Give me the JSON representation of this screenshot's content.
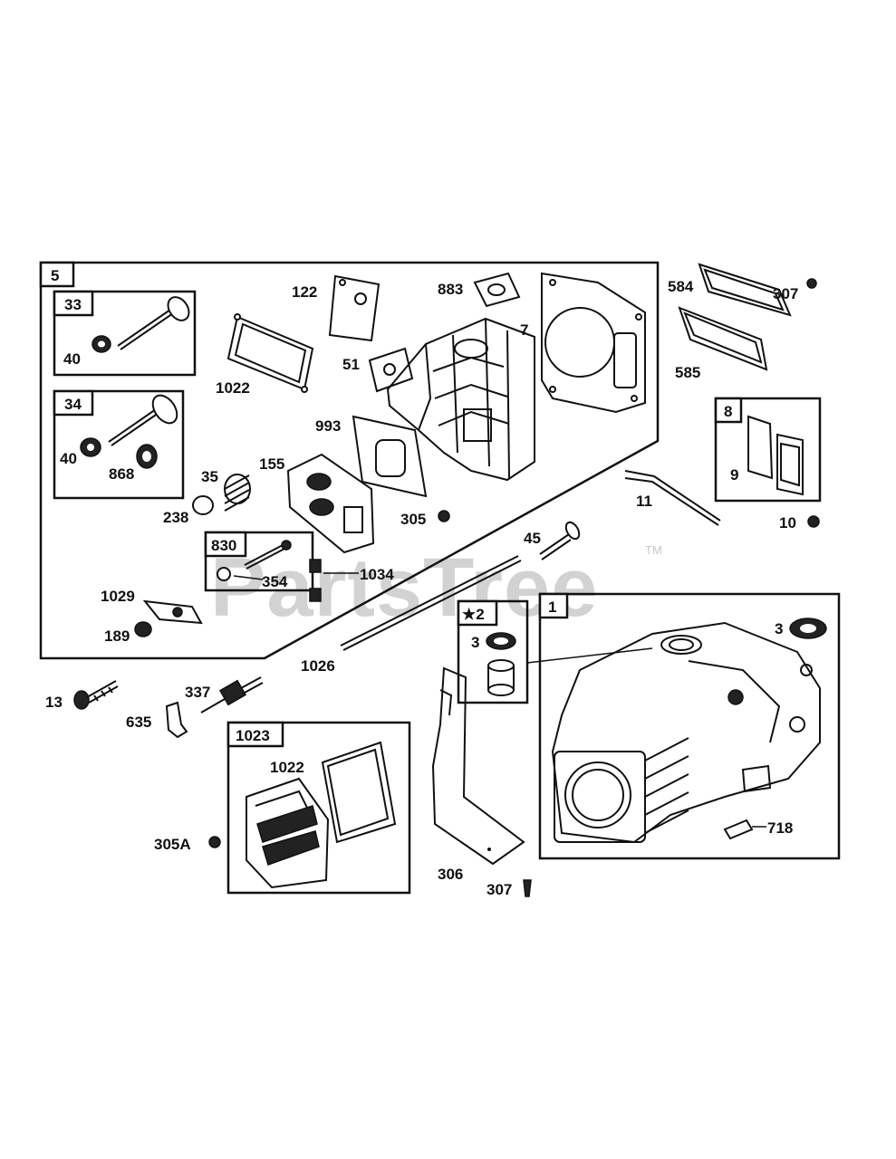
{
  "watermark": {
    "text": "PartsTree",
    "trademark": "TM"
  },
  "group_tags": {
    "g5": "5",
    "g33": "33",
    "g34": "34",
    "g830": "830",
    "g2": "★2",
    "g1": "1",
    "g8": "8",
    "g1023": "1023"
  },
  "labels": {
    "l122": "122",
    "l883": "883",
    "l7": "7",
    "l584": "584",
    "l307a": "307",
    "l585": "585",
    "l40a": "40",
    "l1022a": "1022",
    "l51": "51",
    "l993": "993",
    "l40b": "40",
    "l868": "868",
    "l35": "35",
    "l155": "155",
    "l238": "238",
    "l305": "305",
    "l9": "9",
    "l11": "11",
    "l10": "10",
    "l45": "45",
    "l354": "354",
    "l1034": "1034",
    "l1029": "1029",
    "l189": "189",
    "l3a": "3",
    "l3b": "3",
    "l1026": "1026",
    "l13": "13",
    "l337": "337",
    "l635": "635",
    "l1022b": "1022",
    "l305A": "305A",
    "l306": "306",
    "l307b": "307",
    "l718": "718"
  }
}
